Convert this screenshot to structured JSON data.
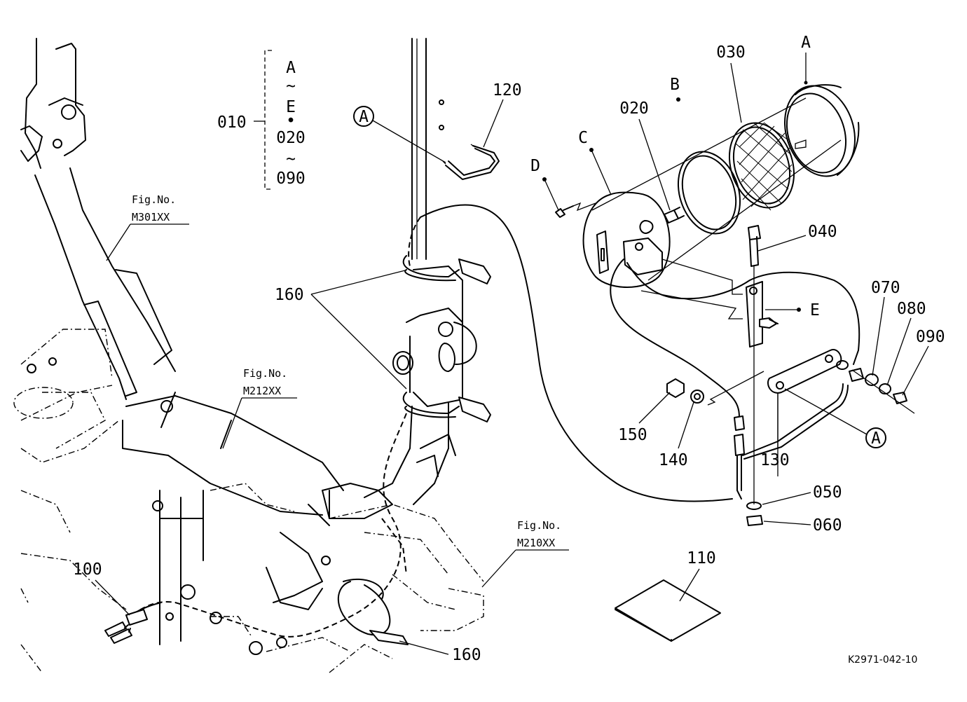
{
  "bracket_group": {
    "part": "010",
    "lines": [
      "A",
      "~",
      "E",
      "•",
      "020",
      "~",
      "090"
    ]
  },
  "figure_refs": [
    {
      "line1": "Fig.No.",
      "line2": "M301XX"
    },
    {
      "line1": "Fig.No.",
      "line2": "M212XX"
    },
    {
      "line1": "Fig.No.",
      "line2": "M210XX"
    }
  ],
  "callouts": {
    "sub_a_lamp": "A",
    "sub_b": "B",
    "sub_c": "C",
    "sub_d": "D",
    "sub_e": "E",
    "ref_a_circle_1": "A",
    "ref_a_circle_2": "A",
    "p020": "020",
    "p030": "030",
    "p040": "040",
    "p050": "050",
    "p060": "060",
    "p070": "070",
    "p080": "080",
    "p090": "090",
    "p100": "100",
    "p110": "110",
    "p120": "120",
    "p130": "130",
    "p140": "140",
    "p150": "150",
    "p160_a": "160",
    "p160_b": "160"
  },
  "drawing_code": "K2971-042-10"
}
